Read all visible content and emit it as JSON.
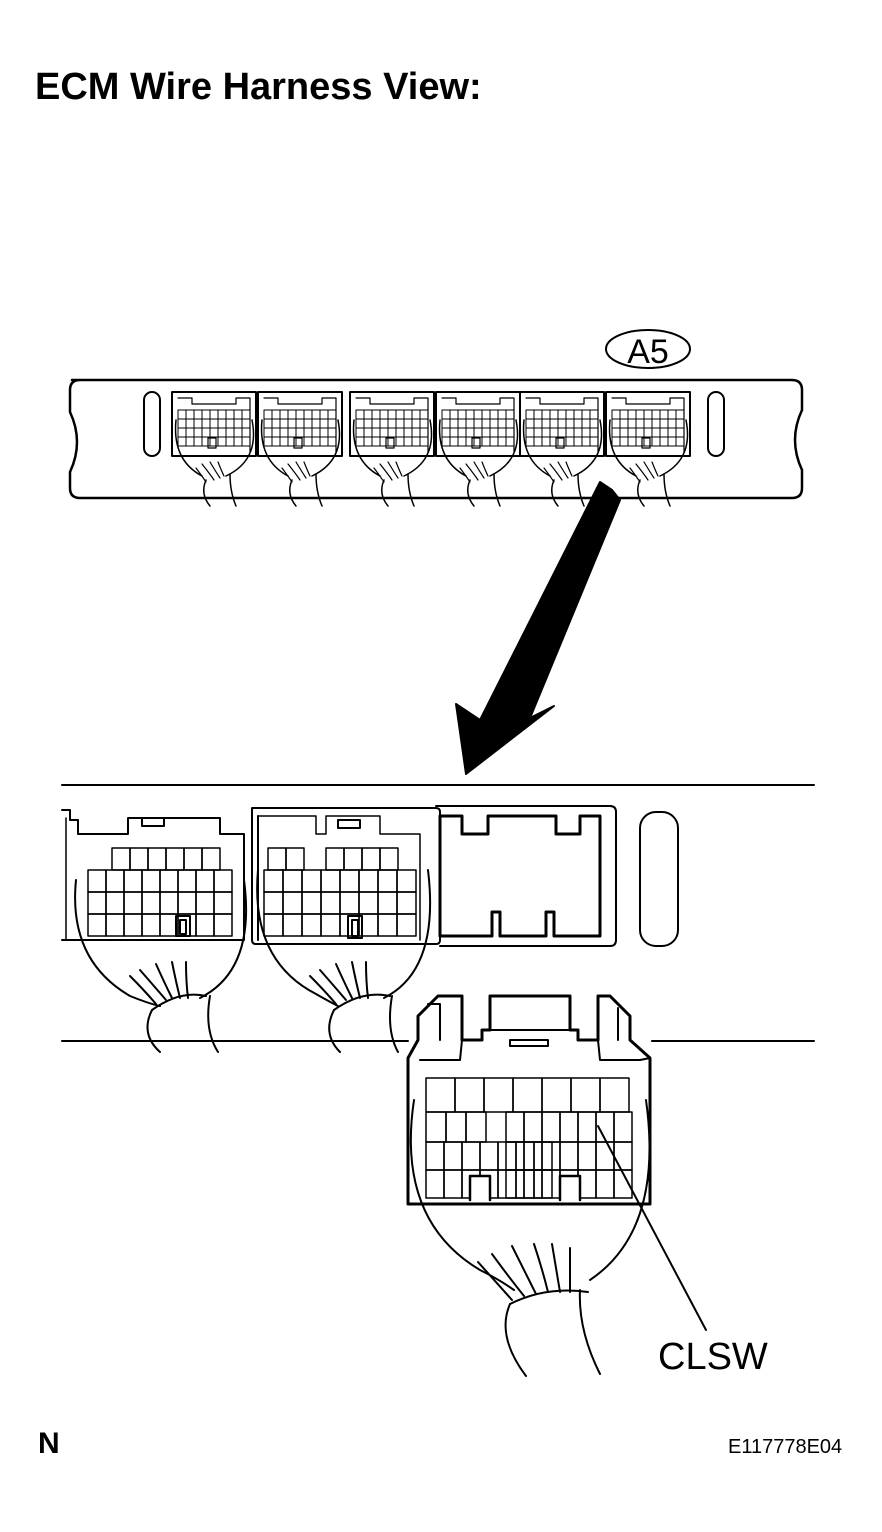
{
  "title": "ECM Wire Harness View:",
  "connector_label": "A5",
  "terminal_label": "CLSW",
  "orientation_mark": "N",
  "figure_id": "E117778E04",
  "icons": {
    "pointer": "arrow-icon",
    "connector": "connector-icon"
  }
}
